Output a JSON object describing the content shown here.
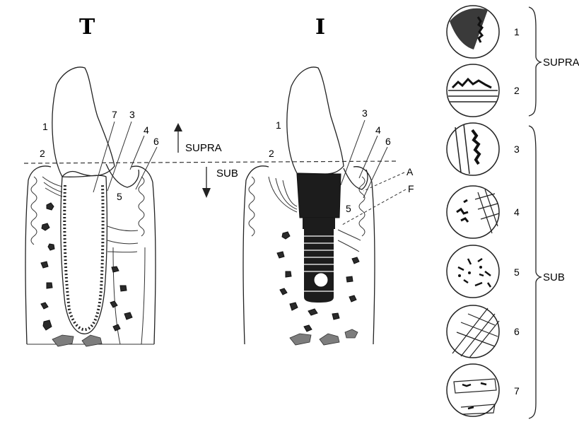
{
  "headings": {
    "tooth": "T",
    "implant": "I"
  },
  "zones": {
    "supra": "SUPRA",
    "sub": "SUB"
  },
  "tooth_labels": {
    "l1": "1",
    "l2": "2",
    "l3": "3",
    "l4": "4",
    "l5": "5",
    "l6": "6",
    "l7": "7"
  },
  "implant_labels": {
    "l1": "1",
    "l2": "2",
    "l3": "3",
    "l4": "4",
    "l5": "5",
    "l6": "6",
    "a": "A",
    "f": "F"
  },
  "micro_labels": [
    "1",
    "2",
    "3",
    "4",
    "5",
    "6",
    "7"
  ],
  "bracket_labels": {
    "supra": "SUPRA",
    "sub": "SUB"
  }
}
